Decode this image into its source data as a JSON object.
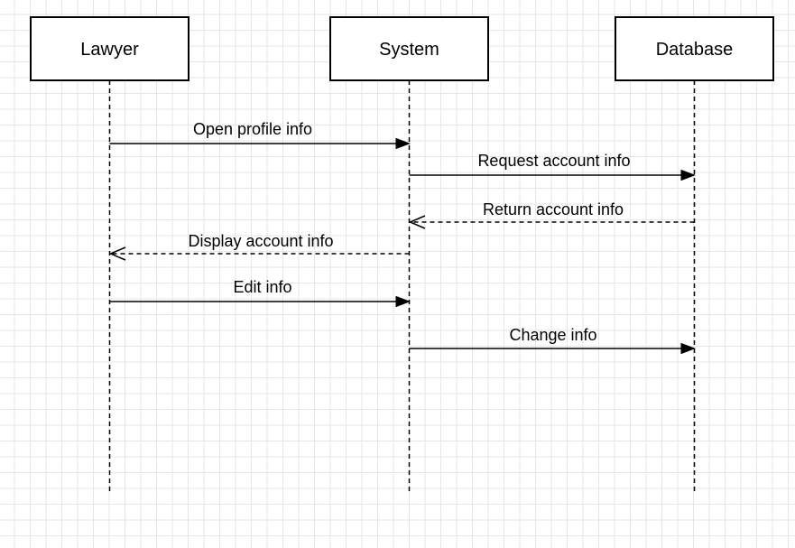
{
  "diagram": {
    "type": "sequence",
    "participants": [
      {
        "id": "lawyer",
        "label": "Lawyer"
      },
      {
        "id": "system",
        "label": "System"
      },
      {
        "id": "database",
        "label": "Database"
      }
    ],
    "messages": [
      {
        "from": "lawyer",
        "to": "system",
        "label": "Open profile info",
        "style": "solid"
      },
      {
        "from": "system",
        "to": "database",
        "label": "Request account info",
        "style": "solid"
      },
      {
        "from": "database",
        "to": "system",
        "label": "Return account info",
        "style": "dashed"
      },
      {
        "from": "system",
        "to": "lawyer",
        "label": "Display account info",
        "style": "dashed"
      },
      {
        "from": "lawyer",
        "to": "system",
        "label": "Edit info",
        "style": "solid"
      },
      {
        "from": "system",
        "to": "database",
        "label": "Change info",
        "style": "solid"
      }
    ]
  }
}
